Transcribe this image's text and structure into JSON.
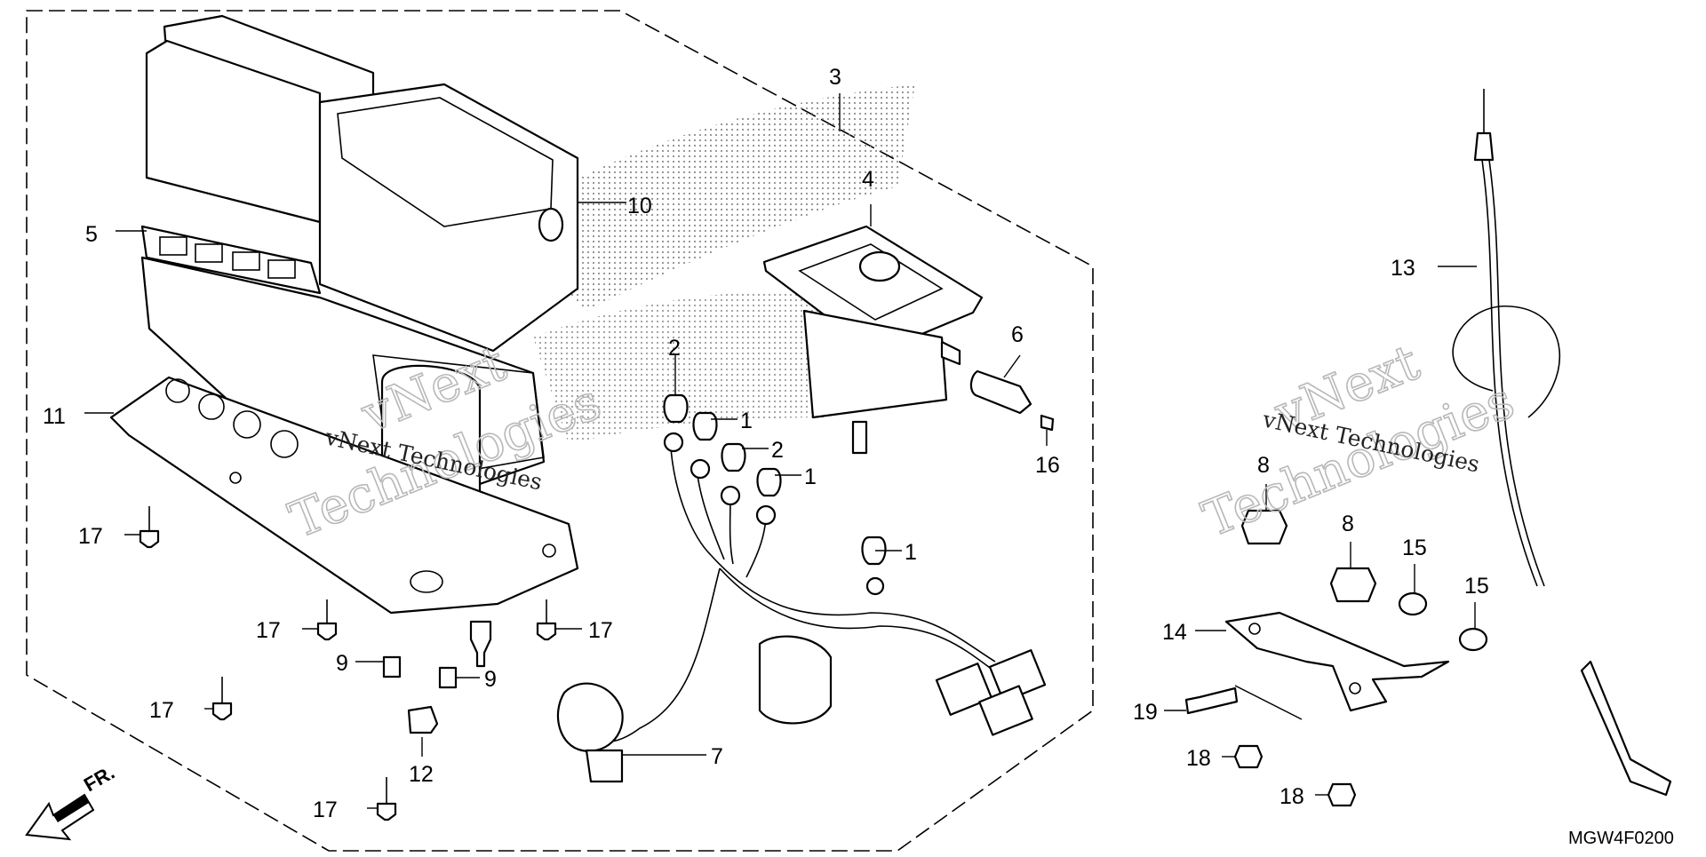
{
  "diagram": {
    "callouts": [
      "1",
      "2",
      "3",
      "4",
      "5",
      "6",
      "7",
      "8",
      "9",
      "10",
      "11",
      "12",
      "13",
      "14",
      "15",
      "16",
      "17",
      "18",
      "19"
    ],
    "watermark": {
      "line1": "vNext",
      "line2": "Technologies",
      "caption": "vNext Technologies"
    },
    "direction_label": "FR.",
    "drawing_code": "MGW4F0200"
  }
}
